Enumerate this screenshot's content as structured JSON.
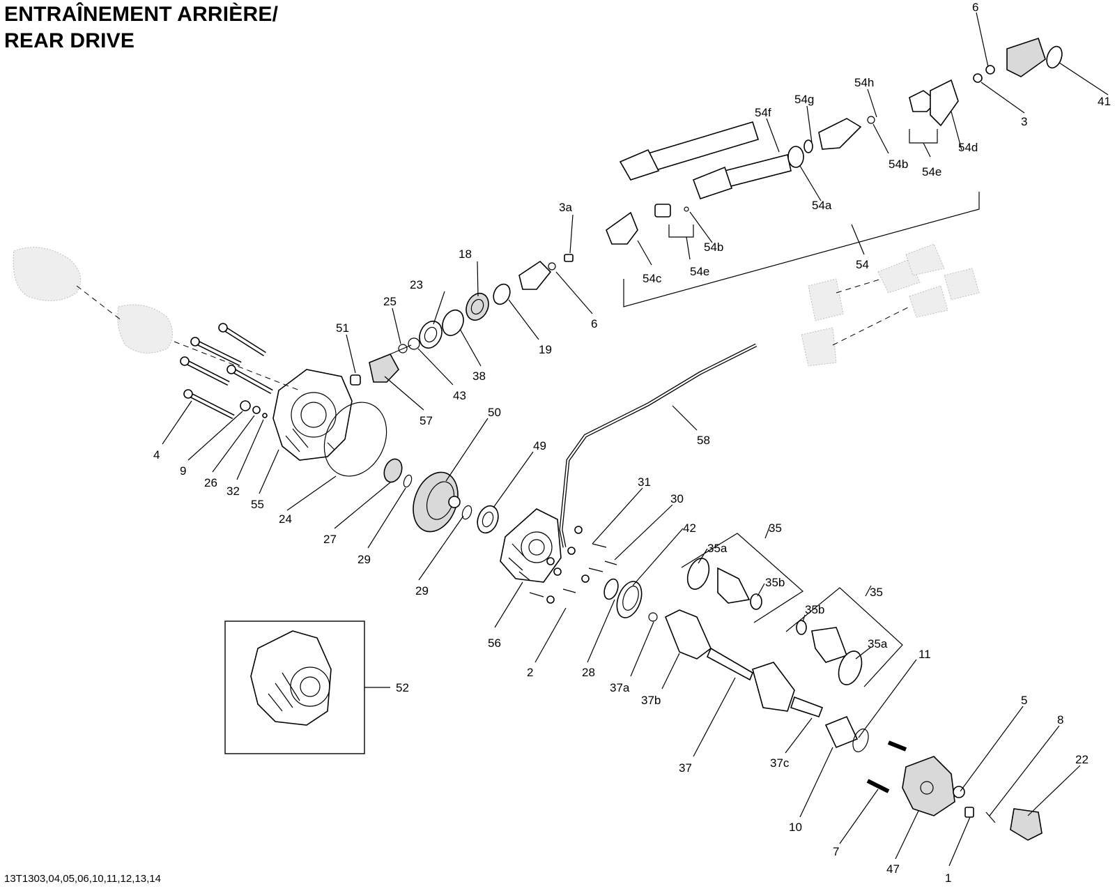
{
  "title": {
    "line1": "ENTRAÎNEMENT ARRIÈRE/",
    "line2": "REAR DRIVE"
  },
  "diagram_code": "13T1303,04,05,06,10,11,12,13,14",
  "callouts": [
    {
      "id": "c-6-top",
      "text": "6"
    },
    {
      "id": "c-41",
      "text": "41"
    },
    {
      "id": "c-3",
      "text": "3"
    },
    {
      "id": "c-54h",
      "text": "54h"
    },
    {
      "id": "c-54g",
      "text": "54g"
    },
    {
      "id": "c-54f",
      "text": "54f"
    },
    {
      "id": "c-54b-top",
      "text": "54b"
    },
    {
      "id": "c-54e-top",
      "text": "54e"
    },
    {
      "id": "c-54d",
      "text": "54d"
    },
    {
      "id": "c-54a",
      "text": "54a"
    },
    {
      "id": "c-54b-mid",
      "text": "54b"
    },
    {
      "id": "c-54e-mid",
      "text": "54e"
    },
    {
      "id": "c-54c",
      "text": "54c"
    },
    {
      "id": "c-54",
      "text": "54"
    },
    {
      "id": "c-3a",
      "text": "3a"
    },
    {
      "id": "c-6-mid",
      "text": "6"
    },
    {
      "id": "c-18",
      "text": "18"
    },
    {
      "id": "c-19",
      "text": "19"
    },
    {
      "id": "c-23",
      "text": "23"
    },
    {
      "id": "c-38",
      "text": "38"
    },
    {
      "id": "c-25",
      "text": "25"
    },
    {
      "id": "c-43",
      "text": "43"
    },
    {
      "id": "c-51",
      "text": "51"
    },
    {
      "id": "c-57",
      "text": "57"
    },
    {
      "id": "c-4",
      "text": "4"
    },
    {
      "id": "c-9",
      "text": "9"
    },
    {
      "id": "c-26",
      "text": "26"
    },
    {
      "id": "c-32",
      "text": "32"
    },
    {
      "id": "c-55",
      "text": "55"
    },
    {
      "id": "c-24",
      "text": "24"
    },
    {
      "id": "c-27",
      "text": "27"
    },
    {
      "id": "c-29a",
      "text": "29"
    },
    {
      "id": "c-29b",
      "text": "29"
    },
    {
      "id": "c-50",
      "text": "50"
    },
    {
      "id": "c-49",
      "text": "49"
    },
    {
      "id": "c-58",
      "text": "58"
    },
    {
      "id": "c-31",
      "text": "31"
    },
    {
      "id": "c-30",
      "text": "30"
    },
    {
      "id": "c-42",
      "text": "42"
    },
    {
      "id": "c-35-left",
      "text": "35"
    },
    {
      "id": "c-35a-left",
      "text": "35a"
    },
    {
      "id": "c-35b-left",
      "text": "35b"
    },
    {
      "id": "c-35-right",
      "text": "35"
    },
    {
      "id": "c-35b-right",
      "text": "35b"
    },
    {
      "id": "c-35a-right",
      "text": "35a"
    },
    {
      "id": "c-56",
      "text": "56"
    },
    {
      "id": "c-2",
      "text": "2"
    },
    {
      "id": "c-28",
      "text": "28"
    },
    {
      "id": "c-37a",
      "text": "37a"
    },
    {
      "id": "c-37b",
      "text": "37b"
    },
    {
      "id": "c-37",
      "text": "37"
    },
    {
      "id": "c-37c",
      "text": "37c"
    },
    {
      "id": "c-11",
      "text": "11"
    },
    {
      "id": "c-10",
      "text": "10"
    },
    {
      "id": "c-52",
      "text": "52"
    },
    {
      "id": "c-5",
      "text": "5"
    },
    {
      "id": "c-8",
      "text": "8"
    },
    {
      "id": "c-22",
      "text": "22"
    },
    {
      "id": "c-7",
      "text": "7"
    },
    {
      "id": "c-47",
      "text": "47"
    },
    {
      "id": "c-1",
      "text": "1"
    }
  ]
}
